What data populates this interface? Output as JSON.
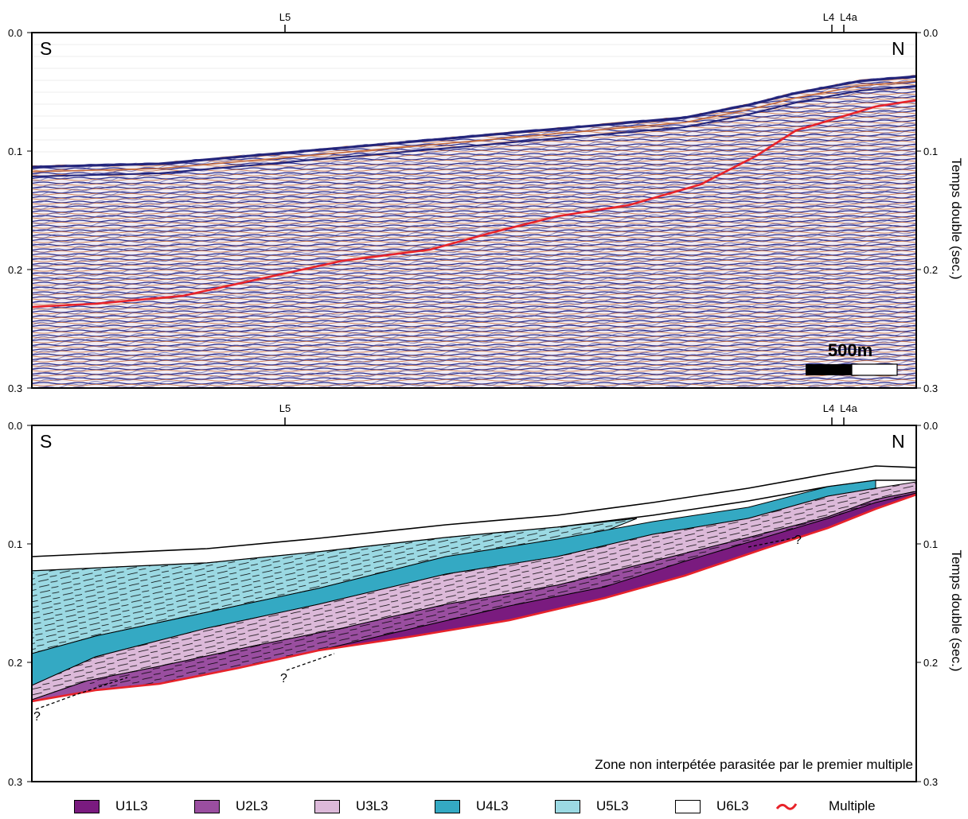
{
  "top_panel": {
    "line_markers": [
      "L5",
      "L4",
      "L4a"
    ],
    "left_axis_ticks": [
      "0.0",
      "0.1",
      "0.2",
      "0.3"
    ],
    "right_axis_ticks": [
      "0.0",
      "0.1",
      "0.2",
      "0.3"
    ],
    "right_axis_label": "Temps double (sec.)",
    "corner_left": "S",
    "corner_right": "N",
    "scale_bar_label": "500m",
    "multiple_color": "#e8232a"
  },
  "bottom_panel": {
    "line_markers": [
      "L5",
      "L4",
      "L4a"
    ],
    "left_axis_ticks": [
      "0.0",
      "0.1",
      "0.2",
      "0.3"
    ],
    "right_axis_ticks": [
      "0.0",
      "0.1",
      "0.2",
      "0.3"
    ],
    "right_axis_label": "Temps double (sec.)",
    "corner_left": "S",
    "corner_right": "N",
    "question_mark": "?",
    "note": "Zone non interpétée parasitée par le premier multiple"
  },
  "legend": [
    {
      "label": "U1L3",
      "color": "#7a1b7f"
    },
    {
      "label": "U2L3",
      "color": "#9a4ea0"
    },
    {
      "label": "U3L3",
      "color": "#dcb9d9"
    },
    {
      "label": "U4L3",
      "color": "#34a9c3"
    },
    {
      "label": "U5L3",
      "color": "#9bd9e3"
    },
    {
      "label": "U6L3",
      "color": "#ffffff"
    },
    {
      "label": "Multiple",
      "color": "#e8232a"
    }
  ]
}
